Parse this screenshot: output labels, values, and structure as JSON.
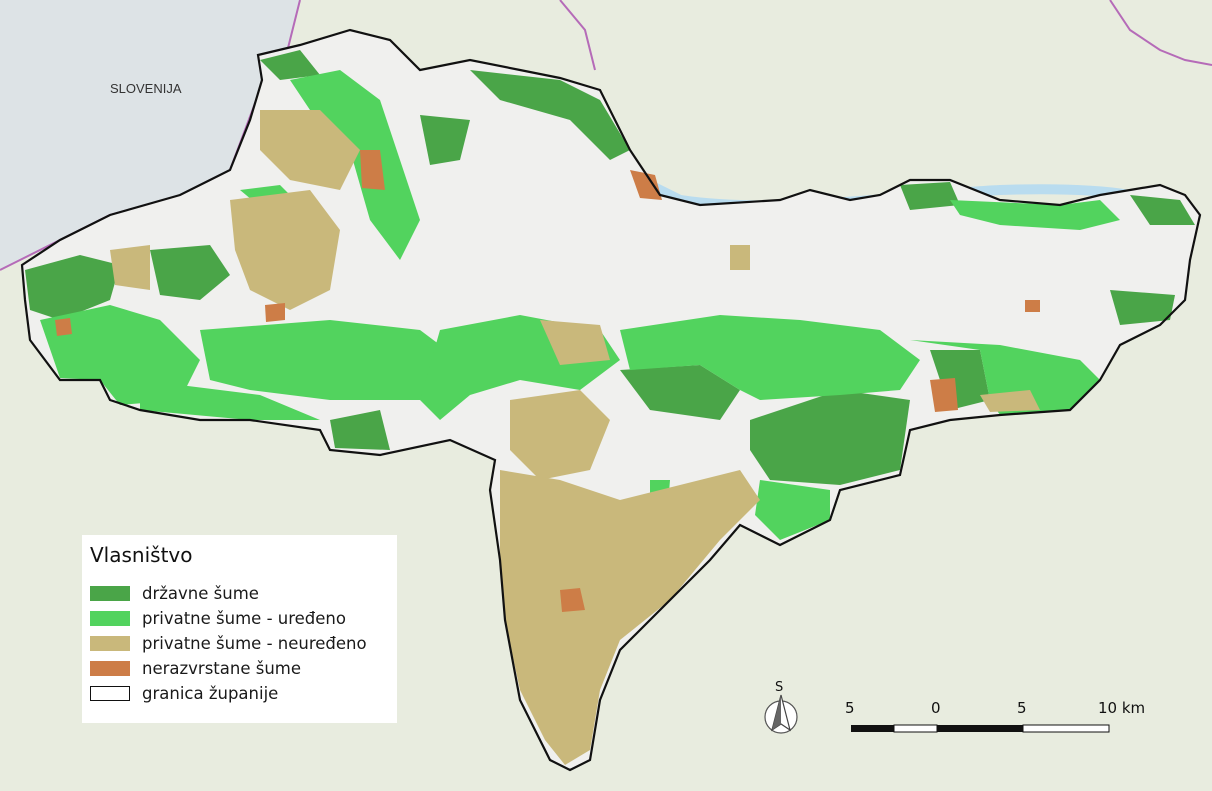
{
  "map": {
    "country_labels": [
      {
        "name": "SLOVENIJA"
      }
    ],
    "colors": {
      "background": "#e8ecdf",
      "slovenia": "#dde3e6",
      "county_fill": "#f0f0ee",
      "drzavne": "#4aa548",
      "privatne_uredeno": "#52d35e",
      "privatne_neuredeno": "#c9b87b",
      "nerazvrstane": "#cd7d47",
      "border": "#111111",
      "river": "#b9dcef",
      "national_border": "#b56bb8"
    }
  },
  "legend": {
    "title": "Vlasništvo",
    "items": [
      {
        "label": "državne šume",
        "color": "#4aa548",
        "outline": false
      },
      {
        "label": "privatne šume - uređeno",
        "color": "#52d35e",
        "outline": false
      },
      {
        "label": "privatne šume - neuređeno",
        "color": "#c9b87b",
        "outline": false
      },
      {
        "label": "nerazvrstane šume",
        "color": "#cd7d47",
        "outline": false
      },
      {
        "label": "granica županije",
        "color": "#ffffff",
        "outline": true
      }
    ]
  },
  "north_arrow": {
    "label": "S"
  },
  "scale_bar": {
    "ticks": [
      "5",
      "0",
      "5"
    ],
    "end_label": "10 km"
  }
}
